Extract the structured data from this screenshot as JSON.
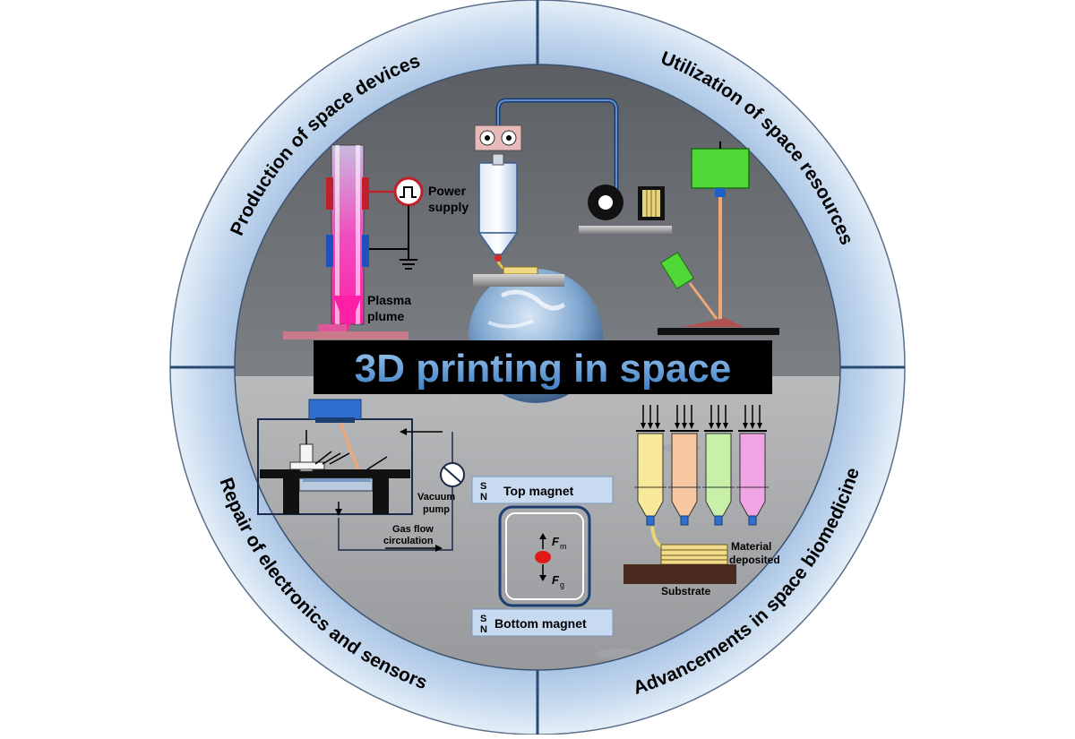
{
  "title": "3D printing in space",
  "quadrants": {
    "top_left": "Production of space devices",
    "top_right": "Utilization of space resources",
    "bottom_left": "Repair of electronics and sensors",
    "bottom_right": "Advancements in space biomedicine"
  },
  "plasma": {
    "power_line1": "Power",
    "power_line2": "supply",
    "plume_line1": "Plasma",
    "plume_line2": "plume"
  },
  "repair": {
    "vacuum_line1": "Vacuum",
    "vacuum_line2": "pump",
    "gas_line1": "Gas flow",
    "gas_line2": "circulation"
  },
  "magnet": {
    "top_label": "Top magnet",
    "bottom_label": "Bottom magnet",
    "pole_s": "S",
    "pole_n": "N",
    "force_m": "F",
    "force_m_sub": "m",
    "force_g": "F",
    "force_g_sub": "g"
  },
  "bio": {
    "material_line1": "Material",
    "material_line2": "deposited",
    "substrate": "Substrate",
    "syringe_colors": [
      "#f7e89a",
      "#f6c7a0",
      "#c9f0a8",
      "#f0a6e4"
    ]
  },
  "colors": {
    "ring_outer": "#d8e6f4",
    "ring_inner": "#a9c4e2",
    "divider": "#2a4a73",
    "title_text": "#6fa3da",
    "title_bg": "#000000",
    "plasma_pink": "#ff2db4",
    "laser_head": "#3cd12a"
  }
}
